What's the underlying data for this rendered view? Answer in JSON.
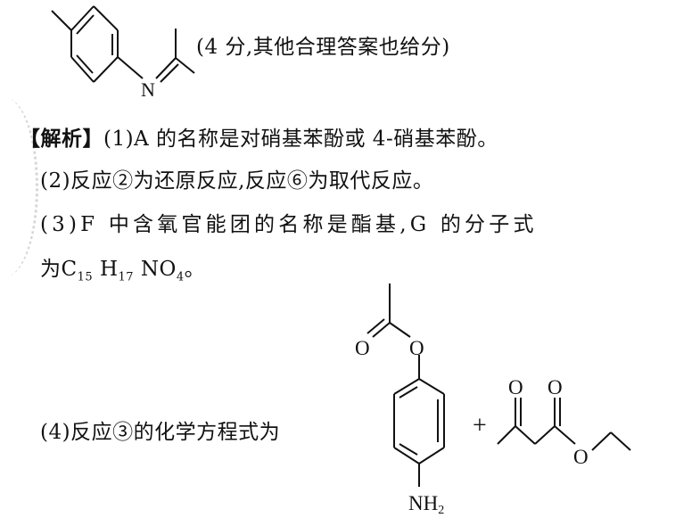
{
  "top_answer": {
    "atom_N": "N",
    "score_note": "(4 分,其他合理答案也给分)"
  },
  "analysis": {
    "label": "【解析】",
    "item1": "(1)A 的名称是对硝基苯酚或 4-硝基苯酚。",
    "item2": "(2)反应②为还原反应,反应⑥为取代反应。",
    "item3": "(3)F 中含氧官能团的名称是酯基,G 的分子式",
    "item3_cont_prefix": "为",
    "formula": {
      "C": "C",
      "C_sub": "15",
      "H": "H",
      "H_sub": "17",
      "NO": "NO",
      "O_sub": "4",
      "end": "。"
    },
    "item4": "(4)反应③的化学方程式为"
  },
  "equation": {
    "reactant1": {
      "carbonyl_O": "O",
      "ester_O": "O",
      "amine": "NH",
      "amine_sub": "2"
    },
    "plus": "+",
    "reactant2": {
      "ketone_O": "O",
      "carbonyl_O": "O",
      "ester_O": "O"
    }
  }
}
